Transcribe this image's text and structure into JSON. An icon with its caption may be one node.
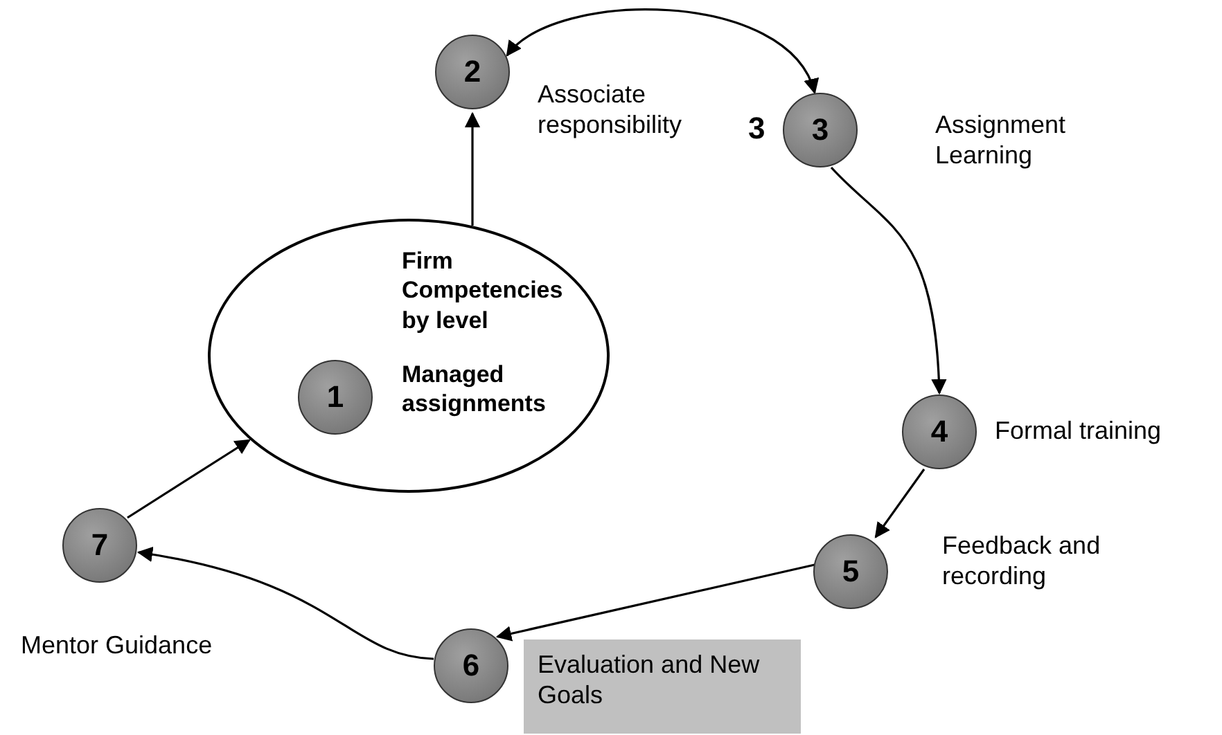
{
  "diagram": {
    "nodes": [
      {
        "text": [
          "Firm Competencies by level",
          "Managed assignments"
        ]
      },
      {
        "text": [
          "1"
        ],
        "in": 0
      },
      {
        "text": [
          "2"
        ],
        "beside": [
          "Associate responsibility"
        ]
      },
      {
        "text": [
          "3"
        ],
        "beside": [
          "Assignment Learning"
        ]
      },
      {
        "text": [
          "4"
        ],
        "beside": [
          "Formal training"
        ]
      },
      {
        "text": [
          "5"
        ],
        "beside": [
          "Feedback and recording"
        ]
      },
      {
        "text": [
          "6"
        ]
      },
      {
        "text": [
          "Evaluation and New Goals"
        ]
      },
      {
        "text": [
          "7"
        ],
        "beside": [
          "Mentor Guidance"
        ]
      }
    ],
    "edges": [
      {
        "from": 0,
        "to": 2,
        "arrow": "to"
      },
      {
        "from": 2,
        "to": 3,
        "arrow": "both"
      },
      {
        "from": 3,
        "to": 4,
        "arrow": "to"
      },
      {
        "from": 4,
        "to": 5,
        "arrow": "to"
      },
      {
        "from": 5,
        "to": 6,
        "arrow": "to"
      },
      {
        "from": 6,
        "to": 8,
        "arrow": "to"
      },
      {
        "from": 8,
        "to": 0,
        "arrow": "to"
      }
    ],
    "labels": [
      "3"
    ]
  }
}
